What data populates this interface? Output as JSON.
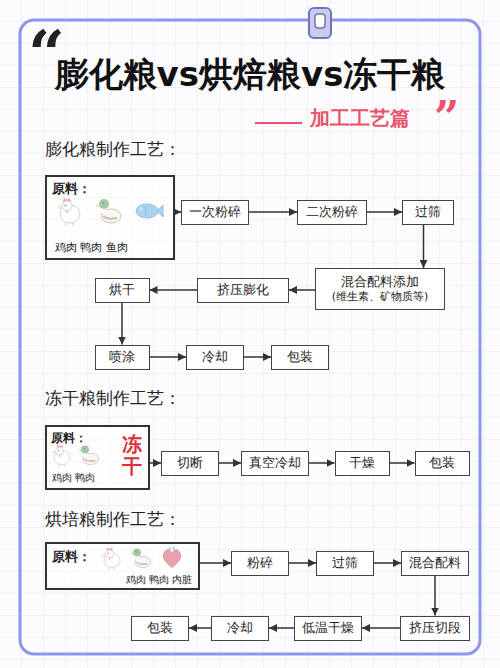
{
  "diagram": {
    "title": "膨化粮vs烘焙粮vs冻干粮",
    "nodes": [
      {
        "text": [
          "原料：",
          "鸡肉 鸭肉 鱼肉"
        ]
      },
      {
        "text": [
          "一次粉碎"
        ]
      },
      {
        "text": [
          "二次粉碎"
        ]
      },
      {
        "text": [
          "过筛"
        ]
      },
      {
        "text": [
          "混合配料添加",
          "(维生素、矿物质等)"
        ]
      },
      {
        "text": [
          "挤压膨化"
        ]
      },
      {
        "text": [
          "烘干"
        ]
      },
      {
        "text": [
          "喷涂"
        ]
      },
      {
        "text": [
          "冷却"
        ]
      },
      {
        "text": [
          "包装"
        ]
      },
      {
        "text": [
          "原料：",
          "冻干",
          "鸡肉 鸭肉"
        ]
      },
      {
        "text": [
          "切断"
        ]
      },
      {
        "text": [
          "真空冷却"
        ]
      },
      {
        "text": [
          "干燥"
        ]
      },
      {
        "text": [
          "包装"
        ]
      },
      {
        "text": [
          "原料：",
          "鸡肉 鸭肉 内脏"
        ]
      },
      {
        "text": [
          "粉碎"
        ]
      },
      {
        "text": [
          "过筛"
        ]
      },
      {
        "text": [
          "混合配料"
        ]
      },
      {
        "text": [
          "挤压切段"
        ]
      },
      {
        "text": [
          "低温干燥"
        ]
      },
      {
        "text": [
          "冷却"
        ]
      },
      {
        "text": [
          "包装"
        ]
      }
    ],
    "edges": [
      {
        "from": 0,
        "to": 1,
        "arrow": "to"
      },
      {
        "from": 1,
        "to": 2,
        "arrow": "to"
      },
      {
        "from": 2,
        "to": 3,
        "arrow": "to"
      },
      {
        "from": 3,
        "to": 4,
        "arrow": "to"
      },
      {
        "from": 4,
        "to": 5,
        "arrow": "to"
      },
      {
        "from": 5,
        "to": 6,
        "arrow": "to"
      },
      {
        "from": 6,
        "to": 7,
        "arrow": "to"
      },
      {
        "from": 7,
        "to": 8,
        "arrow": "to"
      },
      {
        "from": 8,
        "to": 9,
        "arrow": "to"
      },
      {
        "from": 10,
        "to": 11,
        "arrow": "to"
      },
      {
        "from": 11,
        "to": 12,
        "arrow": "to"
      },
      {
        "from": 12,
        "to": 13,
        "arrow": "to"
      },
      {
        "from": 13,
        "to": 14,
        "arrow": "to"
      },
      {
        "from": 15,
        "to": 16,
        "arrow": "to"
      },
      {
        "from": 16,
        "to": 17,
        "arrow": "to"
      },
      {
        "from": 17,
        "to": 18,
        "arrow": "to"
      },
      {
        "from": 18,
        "to": 19,
        "arrow": "to"
      },
      {
        "from": 19,
        "to": 20,
        "arrow": "to"
      },
      {
        "from": 20,
        "to": 21,
        "arrow": "to"
      },
      {
        "from": 21,
        "to": 22,
        "arrow": "to"
      }
    ],
    "labels": [
      "“",
      "加工工艺篇",
      "”",
      "膨化粮制作工艺：",
      "冻干粮制作工艺：",
      "烘培粮制作工艺："
    ]
  }
}
